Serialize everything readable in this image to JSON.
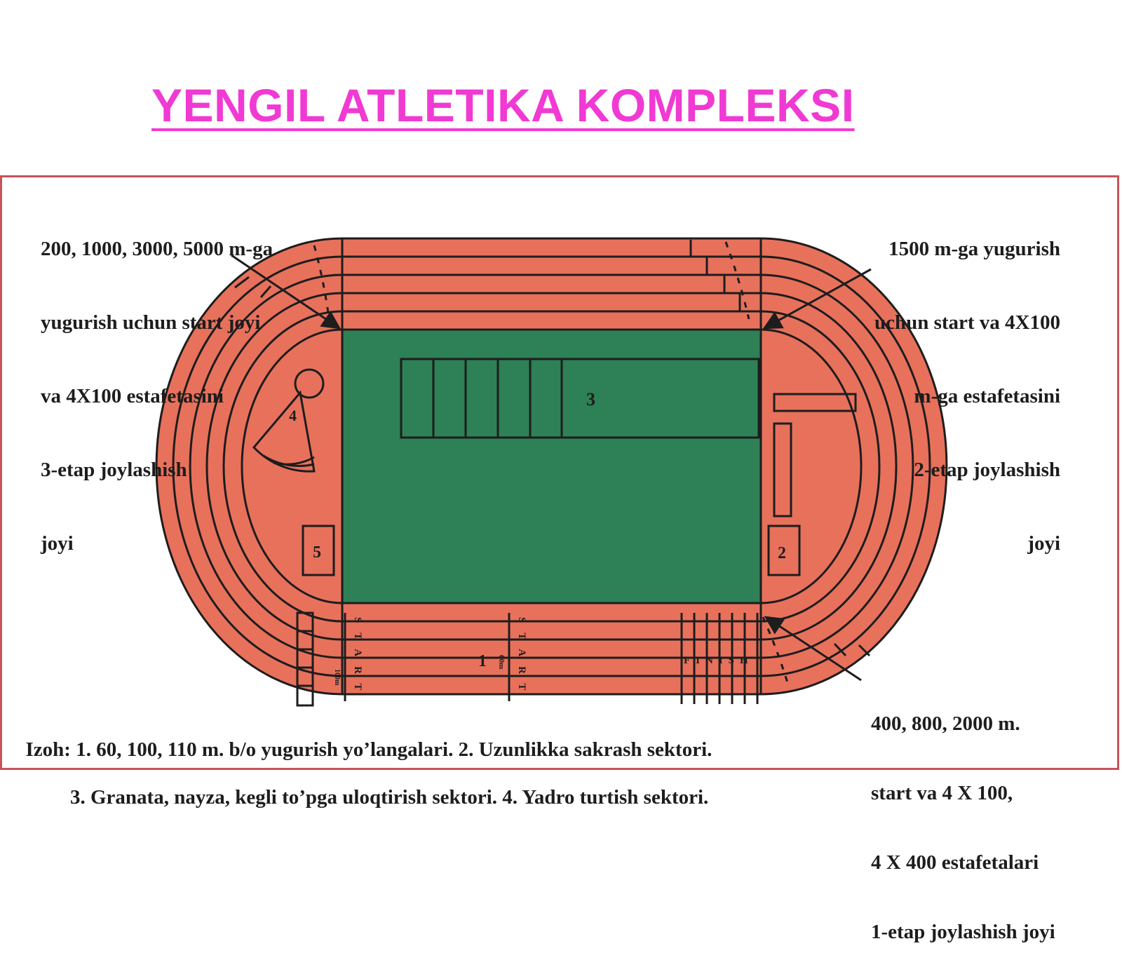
{
  "title": "YENGIL ATLETIKA KOMPLEKSI",
  "colors": {
    "title": "#f03ad3",
    "track": "#e8715c",
    "field": "#2e8057",
    "line": "#1d1d1d",
    "frame": "#c9535a"
  },
  "notes": {
    "top_left": [
      "200, 1000, 3000, 5000 m-ga",
      "yugurish uchun start joyi",
      "va 4X100 estafetasini",
      "3-etap joylashish",
      "joyi"
    ],
    "top_right": [
      "1500 m-ga yugurish",
      "uchun start va 4X100",
      "m-ga estafetasini",
      "2-etap joylashish",
      "joyi"
    ],
    "bottom_right": [
      "400, 800, 2000 m.",
      "start va 4 X 100,",
      "4 X 400 estafetalari",
      "1-etap joylashish joyi"
    ]
  },
  "legend": {
    "line1": "Izoh: 1. 60, 100, 110 m. b/o yugurish yo’langalari. 2. Uzunlikka sakrash sektori.",
    "line2": "3. Granata, nayza, kegli to’pga uloqtirish sektori. 4. Yadro turtish sektori."
  },
  "labels": {
    "sector_1": "1",
    "sector_2": "2",
    "sector_3": "3",
    "sector_4": "4",
    "sector_5": "5",
    "start": "START",
    "finish": "FINISH",
    "m60": "60m",
    "m100": "100m"
  }
}
